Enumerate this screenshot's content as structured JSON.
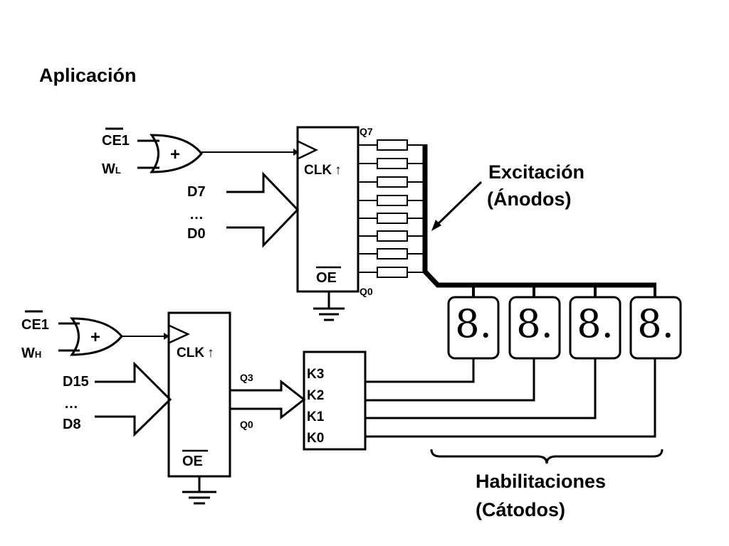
{
  "title": "Aplicación",
  "upper_latch": {
    "ce": "CE",
    "ce_suffix": "1",
    "w": "W",
    "w_sub": "L",
    "gate_symbol": "+",
    "clk": "CLK",
    "clk_arrow": "↑",
    "d_high": "D7",
    "d_dots": "…",
    "d_low": "D0",
    "oe": "OE",
    "q_high": "Q7",
    "q_low": "Q0"
  },
  "lower_latch": {
    "ce": "CE",
    "ce_suffix": "1",
    "w": "W",
    "w_sub": "H",
    "gate_symbol": "+",
    "clk": "CLK",
    "clk_arrow": "↑",
    "d_high": "D15",
    "d_dots": "…",
    "d_low": "D8",
    "oe": "OE",
    "q_high": "Q3",
    "q_low": "Q0"
  },
  "decoder": {
    "outputs": [
      "K3",
      "K2",
      "K1",
      "K0"
    ]
  },
  "displays": {
    "digits": [
      "8.",
      "8.",
      "8.",
      "8."
    ]
  },
  "labels": {
    "excitacion_1": "Excitación",
    "excitacion_2": "(Ánodos)",
    "habilitaciones_1": "Habilitaciones",
    "habilitaciones_2": "(Cátodos)"
  }
}
